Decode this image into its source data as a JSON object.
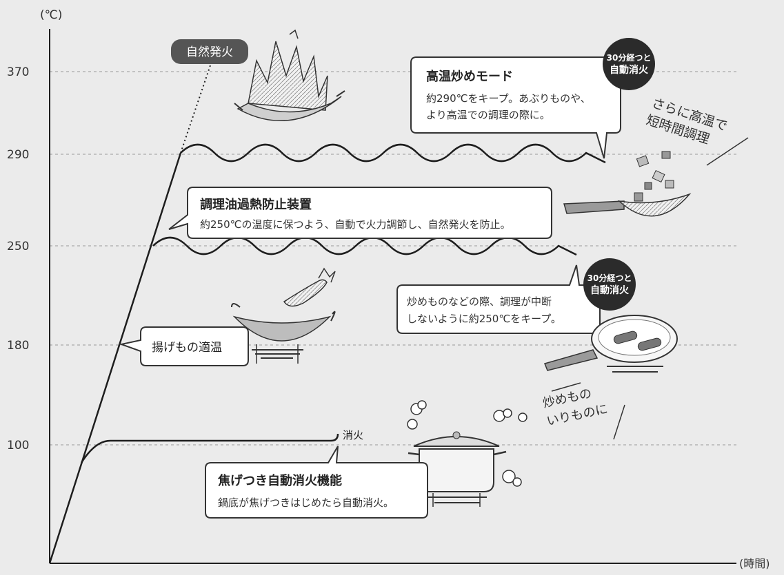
{
  "axes": {
    "y_unit": "(℃)",
    "x_unit": "(時間)",
    "y_ticks": [
      "370",
      "290",
      "250",
      "180",
      "100"
    ]
  },
  "labels": {
    "ignition_badge": "自然発火",
    "high_temp_title": "高温炒めモード",
    "high_temp_desc_1": "約290℃をキープ。あぶりものや、",
    "high_temp_desc_2": "より高温での調理の際に。",
    "badge_30min_a_1": "30分経つと",
    "badge_30min_a_2": "自動消火",
    "hand_note_right_1": "さらに高温で",
    "hand_note_right_2": "短時間調理",
    "overheat_title": "調理油過熱防止装置",
    "overheat_desc": "約250℃の温度に保つよう、自動で火力調節し、自然発火を防止。",
    "stirfry_desc_1": "炒めものなどの際、調理が中断",
    "stirfry_desc_2": "しないように約250℃をキープ。",
    "badge_30min_b_1": "30分経つと",
    "badge_30min_b_2": "自動消火",
    "fry_label": "揚げもの適温",
    "hand_note_mid_1": "炒めもの",
    "hand_note_mid_2": "いりものに",
    "extinguish_label": "消火",
    "autooff_title": "焦げつき自動消火機能",
    "autooff_desc": "鍋底が焦げつきはじめたら自動消火。"
  },
  "colors": {
    "background": "#ebebeb",
    "line": "#1e1e1e",
    "badge_gray": "#555555",
    "badge_dark": "#2b2b2b",
    "dash": "#9a9a9a"
  },
  "icons": [
    "flaming-wok-icon",
    "frying-pan-vegetables-icon",
    "wok-on-burner-icon",
    "fried-shrimp-icon",
    "frying-pan-sausages-icon",
    "pot-on-burner-icon",
    "steam-puff-icon"
  ]
}
